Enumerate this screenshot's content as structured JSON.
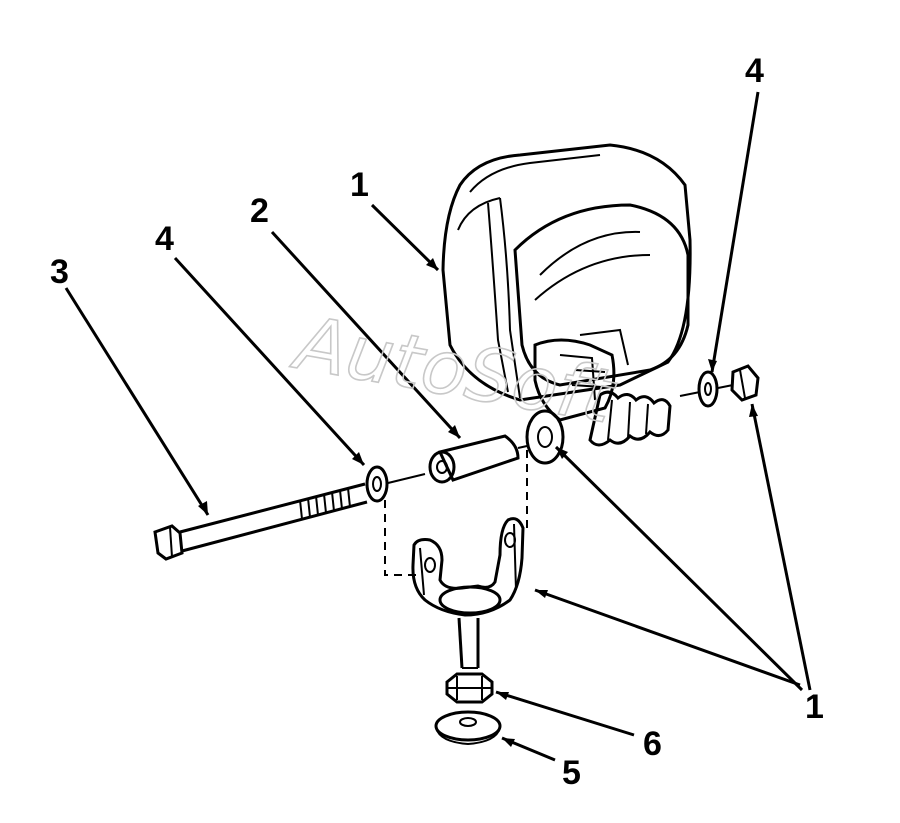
{
  "callouts": {
    "lamp": "1",
    "sleeve": "2",
    "bolt": "3",
    "washer_left": "4",
    "washer_right": "4",
    "mount_group": "1",
    "washer_bottom": "5",
    "nut_bottom": "6"
  },
  "watermark": "AutoSoft",
  "colors": {
    "line": "#000000",
    "background": "#ffffff",
    "watermark": "#c8c8c8"
  }
}
